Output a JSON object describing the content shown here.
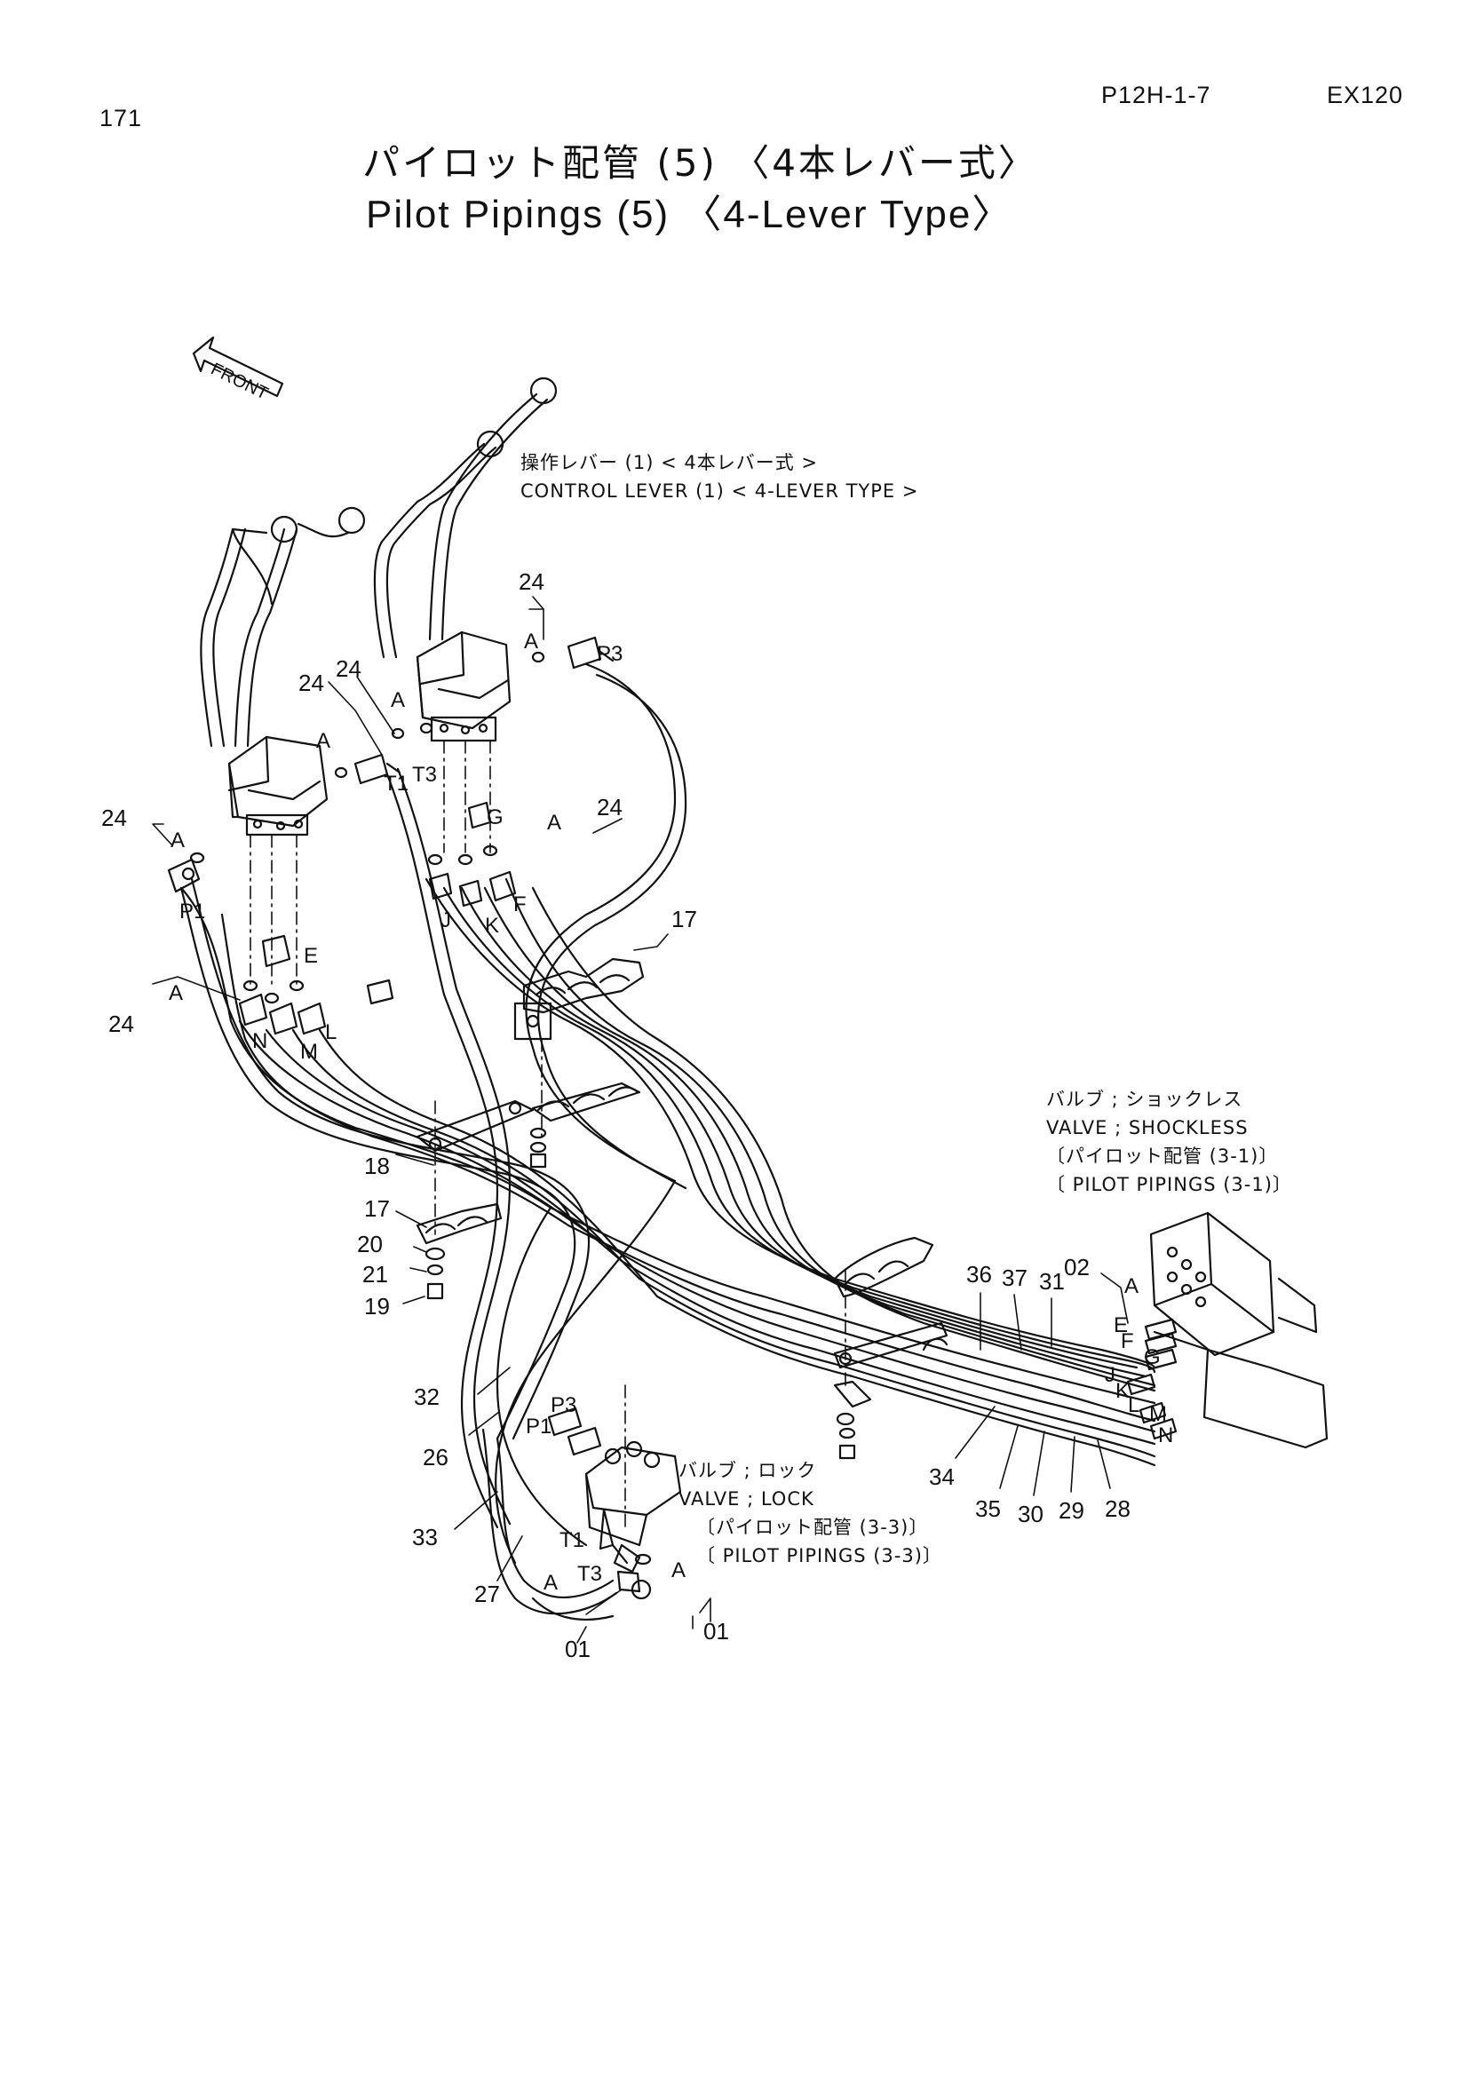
{
  "header": {
    "page_number": "171",
    "doc_code": "P12H-1-7",
    "model": "EX120"
  },
  "title": {
    "japanese": "パイロット配管 (5) 〈4本レバー式〉",
    "english": "Pilot Pipings (5) 〈4-Lever Type〉"
  },
  "front_marker": "FRONT",
  "notes": {
    "control_lever": [
      "操作レバー (1) < 4本レバー式 >",
      "CONTROL LEVER (1) < 4-LEVER TYPE >"
    ],
    "valve_shockless": [
      "バルブ ; ショックレス",
      "VALVE ; SHOCKLESS",
      "〔パイロット配管 (3-1)〕",
      "〔 PILOT PIPINGS (3-1)〕"
    ],
    "valve_lock": [
      "バルブ ; ロック",
      "VALVE ; LOCK",
      "〔パイロット配管 (3-3)〕",
      "〔 PILOT PIPINGS (3-3)〕"
    ]
  },
  "part_labels": {
    "p24a": "24",
    "p24b": "24",
    "p24c": "24",
    "p24d": "24",
    "p24e": "24",
    "p24f": "24",
    "p17a": "17",
    "p17b": "17",
    "p18": "18",
    "p20": "20",
    "p21": "21",
    "p19": "19",
    "p32": "32",
    "p26": "26",
    "p33": "33",
    "p27": "27",
    "p01a": "01",
    "p01b": "01",
    "p02": "02",
    "p36": "36",
    "p37": "37",
    "p31": "31",
    "p34": "34",
    "p35": "35",
    "p30": "30",
    "p29": "29",
    "p28": "28"
  },
  "port_labels": {
    "a1": "A",
    "a2": "A",
    "a3": "A",
    "a4": "A",
    "a5": "A",
    "a6": "A",
    "a7": "A",
    "a8": "A",
    "a9": "A",
    "p1": "P1",
    "p3": "P3",
    "t1": "T1",
    "t3": "T3",
    "e": "E",
    "g": "G",
    "f": "F",
    "j": "J",
    "k": "K",
    "n": "N",
    "m": "M",
    "l": "L",
    "ve": "E",
    "vf": "F",
    "vg": "G",
    "vj": "J",
    "vk": "K",
    "vl": "L",
    "vm": "M",
    "vn": "N",
    "lp3": "P3",
    "lp1": "P1",
    "lt1": "T1",
    "lt3": "T3"
  }
}
